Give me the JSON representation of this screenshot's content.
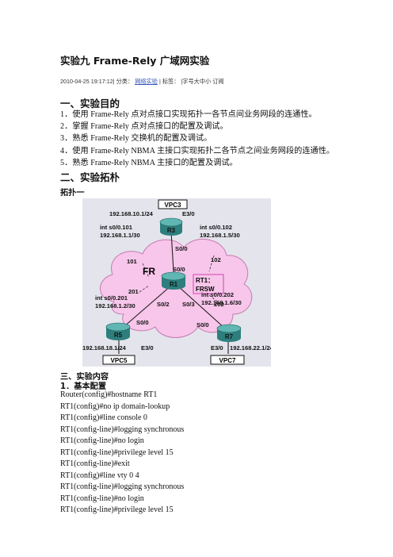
{
  "title": "实验九  Frame-Rely  广域网实验",
  "meta": {
    "date": "2010-04-25 19:17:12|",
    "category_label": "分类：",
    "category": "网络实验",
    "sep": "|",
    "tags_label": "标签：",
    "font_size": "|字号大中小 订阅"
  },
  "sections": {
    "purpose_heading": "一、实验目的",
    "topology_heading": "二、实验拓朴",
    "topology_sub": "拓扑一",
    "content_heading": "三、实验内容",
    "basic_config": "1．基本配置"
  },
  "purpose_items": [
    "1．使用 Frame-Rely 点对点接口实现拓扑一各节点间业务网段的连通性。",
    "2．掌握 Frame-Rely 点对点接口的配置及调试。",
    "3．熟悉 Frame-Rely 交换机的配置及调试。",
    "4．使用 Frame-Rely NBMA 主接口实现拓扑二各节点之间业务网段的连通性。",
    "5．熟悉 Frame-Rely NBMA 主接口的配置及调试。"
  ],
  "diagram": {
    "cloud_label": "FR",
    "routers": {
      "r1": "R1",
      "r3": "R3",
      "r5": "R5",
      "r7": "R7"
    },
    "vpcs": {
      "vpc3": "VPC3",
      "vpc5": "VPC5",
      "vpc7": "VPC7"
    },
    "rt1_line1": "RT1：",
    "rt1_line2": "FRSW",
    "r3_lan_ip": "192.168.10.1/24",
    "r3_e30": "E3/0",
    "r3_sub_name": "int s0/0.101",
    "r3_sub_ip": "192.168.1.1/30",
    "r3_s00": "S0/0",
    "dlci_101": "101",
    "dlci_102": "102",
    "r7_sub_top_name": "int s0/0.102",
    "r7_sub_top_ip": "192.168.1.5/30",
    "r1_s00": "S0/0",
    "r1_s02": "S0/2",
    "r1_s03": "S0/3",
    "dlci_201": "201",
    "dlci_202": "202",
    "r5_sub_name": "int s0/0.201",
    "r5_sub_ip": "192.168.1.2/30",
    "r7_sub_name": "int s0/0.202",
    "r7_sub_ip": "192.168.1.6/30",
    "r5_s00": "S0/0",
    "r7_s00": "S0/0",
    "r5_lan_ip": "192.168.18.1/24",
    "r5_e30": "E3/0",
    "r7_e30": "E3/0",
    "r7_lan_ip": "192.168.22.1/24"
  },
  "code_lines": [
    "Router(config)#hostname RT1",
    "RT1(config)#no ip domain-lookup",
    "RT1(config)#line console 0",
    "RT1(config-line)#logging synchronous",
    "RT1(config-line)#no login",
    "RT1(config-line)#privilege level 15",
    "RT1(config-line)#exit",
    "RT1(config)#line vty 0 4",
    "RT1(config-line)#logging synchronous",
    "RT1(config-line)#no login",
    "RT1(config-line)#privilege level 15"
  ],
  "colors": {
    "cloud_fill": "#f7c6ea",
    "cloud_stroke": "#c47ab0",
    "router_fill": "#2d7f7d",
    "diagram_bg": "#e4e4ec",
    "vpc_border": "#111111",
    "rt1_box": "#cc33aa"
  }
}
